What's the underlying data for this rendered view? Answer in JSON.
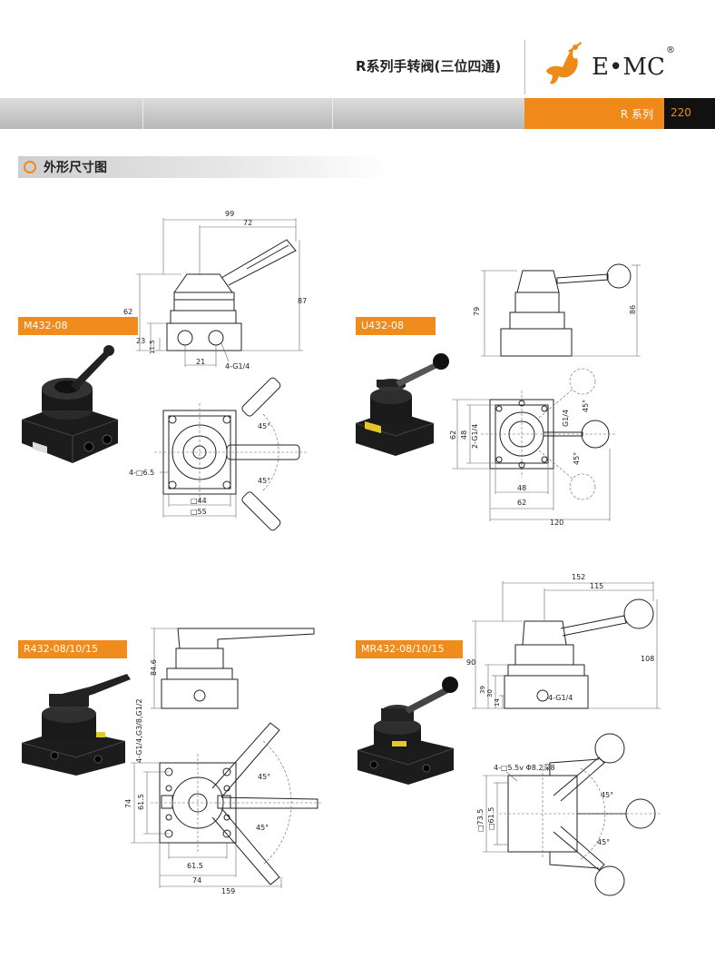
{
  "header": {
    "title": "R系列手转阀(三位四通)",
    "brand": "E•MC",
    "registered": "®"
  },
  "band": {
    "series_label": "R 系列",
    "page_number": "220"
  },
  "section": {
    "title": "外形尺寸图"
  },
  "colors": {
    "accent": "#ef8a1a",
    "band_gray": "#c4c4c4",
    "page_no_bg": "#111111"
  },
  "models": [
    {
      "name": "M432-08",
      "dims": {
        "w99": "99",
        "w72": "72",
        "h62": "62",
        "h87": "87",
        "h23": "23",
        "h11_5": "11.5",
        "w21": "21",
        "port": "4-G1/4",
        "mount": "4-□6.5",
        "ang1": "45°",
        "ang2": "45°",
        "sq44": "□44",
        "sq55": "□55"
      }
    },
    {
      "name": "U432-08",
      "dims": {
        "h79": "79",
        "h86": "86",
        "h62": "62",
        "h48": "48",
        "port": "2-G1/4",
        "port2": "G1/4",
        "w48": "48",
        "w62": "62",
        "w120": "120",
        "ang1": "45°",
        "ang2": "45°"
      }
    },
    {
      "name": "R432-08/10/15",
      "dims": {
        "h84_6": "84.6",
        "port": "4-G1/4,G3/8,G1/2",
        "h74": "74",
        "h61_5": "61.5",
        "w61_5": "61.5",
        "w74": "74",
        "w159": "159",
        "ang1": "45°",
        "ang2": "45°"
      }
    },
    {
      "name": "MR432-08/10/15",
      "dims": {
        "w152": "152",
        "w115": "115",
        "h90": "90",
        "h108": "108",
        "h39": "39",
        "h30": "30",
        "h14": "14",
        "port": "4-G1/4",
        "mount": "4-□5.5v Φ8.2深8",
        "sq73_5": "□73.5",
        "sq61_5": "□61.5",
        "ang1": "45°",
        "ang2": "45°"
      }
    }
  ]
}
